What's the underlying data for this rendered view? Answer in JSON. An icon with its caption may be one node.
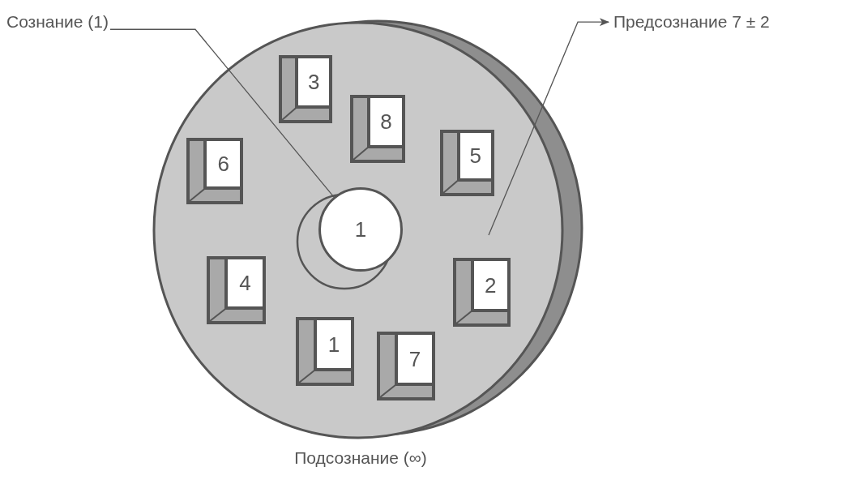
{
  "diagram": {
    "nodes": [
      {
        "text": [],
        "shape": "circle",
        "beside": [
          "Подсознание (∞)"
        ]
      },
      {
        "text": [
          "Сознание (1)"
        ]
      },
      {
        "text": [
          "1"
        ],
        "in": 0
      },
      {
        "text": [
          "3"
        ],
        "in": 0
      },
      {
        "text": [
          "8"
        ],
        "in": 0
      },
      {
        "text": [
          "6"
        ],
        "in": 0
      },
      {
        "text": [
          "5"
        ],
        "in": 0
      },
      {
        "text": [
          "4"
        ],
        "in": 0
      },
      {
        "text": [
          "2"
        ],
        "in": 0
      },
      {
        "text": [
          "1"
        ],
        "in": 0
      },
      {
        "text": [
          "7"
        ],
        "in": 0
      },
      {
        "text": [
          "Предсознание 7 ± 2"
        ]
      }
    ],
    "edges": [
      {
        "from": 1,
        "to": 2,
        "arrow": "none"
      },
      {
        "from": null,
        "to": 11,
        "arrow": "to"
      }
    ]
  }
}
